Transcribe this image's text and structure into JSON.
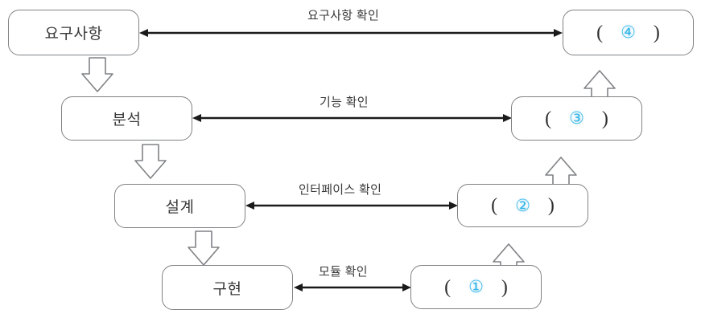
{
  "diagram": {
    "title": "V-model software development and verification diagram",
    "accent_color": "#35b6e8",
    "line_color": "#808285",
    "arrow_color": "#1a1a1a",
    "text_color": "#3a3a3a",
    "left_nodes": [
      {
        "id": "requirements",
        "label": "요구사항"
      },
      {
        "id": "analysis",
        "label": "분석"
      },
      {
        "id": "design",
        "label": "설계"
      },
      {
        "id": "implementation",
        "label": "구현"
      }
    ],
    "right_nodes": [
      {
        "id": "blank-4",
        "open_paren": "(",
        "number": "④",
        "close_paren": ")"
      },
      {
        "id": "blank-3",
        "open_paren": "(",
        "number": "③",
        "close_paren": ")"
      },
      {
        "id": "blank-2",
        "open_paren": "(",
        "number": "②",
        "close_paren": ")"
      },
      {
        "id": "blank-1",
        "open_paren": "(",
        "number": "①",
        "close_paren": ")"
      }
    ],
    "edge_labels": [
      {
        "id": "requirements-check",
        "label": "요구사항 확인"
      },
      {
        "id": "function-check",
        "label": "기능 확인"
      },
      {
        "id": "interface-check",
        "label": "인터페이스 확인"
      },
      {
        "id": "module-check",
        "label": "모듈 확인"
      }
    ]
  }
}
